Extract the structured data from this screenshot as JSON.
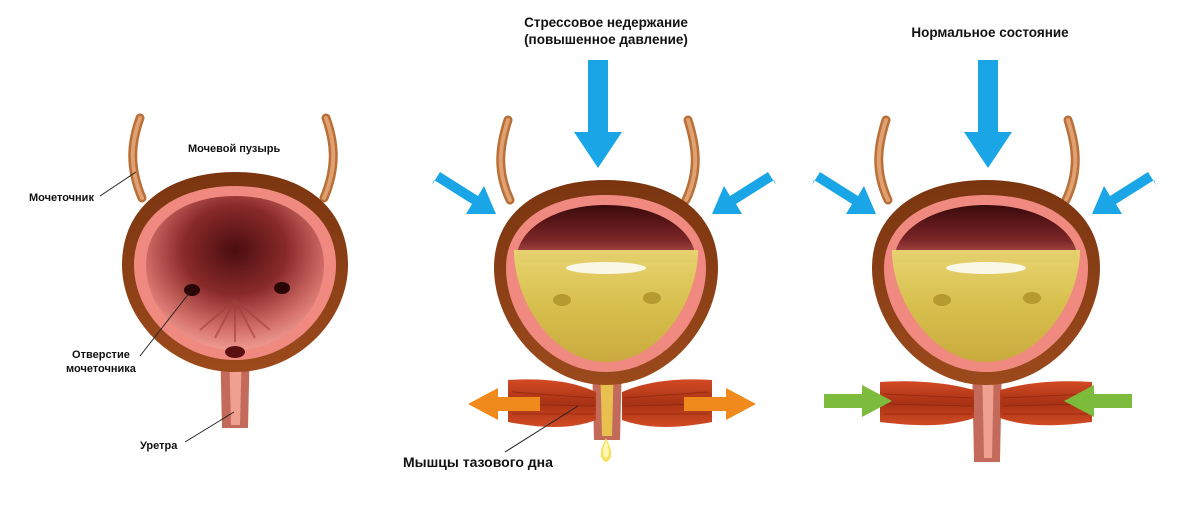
{
  "labels": {
    "ureter": "Мочеточник",
    "bladder": "Мочевой пузырь",
    "ureter_opening_line1": "Отверстие",
    "ureter_opening_line2": "мочеточника",
    "urethra": "Уретра",
    "pelvic_floor_muscles": "Мышцы тазового дна"
  },
  "panels": {
    "stress": {
      "title_line1": "Стрессовое недержание",
      "title_line2": "(повышенное давление)"
    },
    "normal": {
      "title": "Нормальное состояние"
    }
  },
  "colors": {
    "pressure_arrow": "#1aa6e6",
    "outward_arrow": "#f08a1c",
    "inward_arrow": "#7dbb3c",
    "bladder_wall": "#8a3f16",
    "bladder_lining": "#f08a80",
    "urine": "#d9c449",
    "muscle": "#b83a1a"
  }
}
